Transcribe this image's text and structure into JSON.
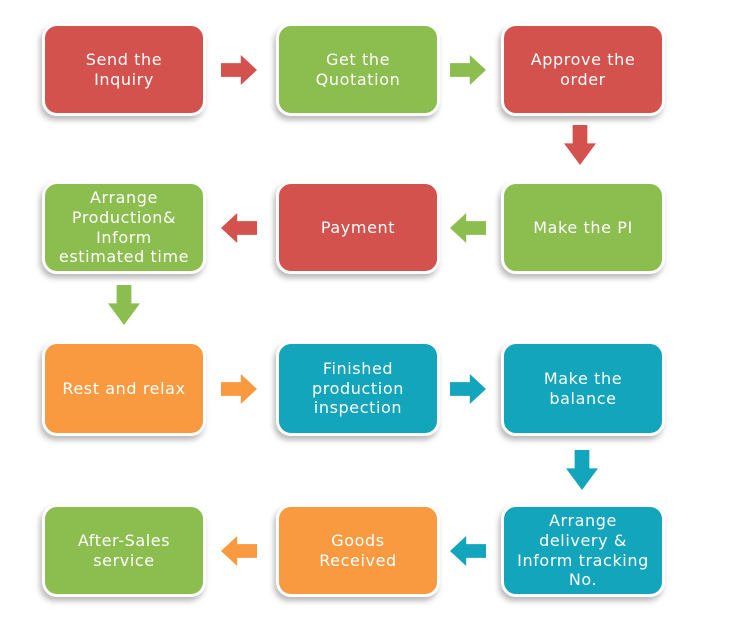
{
  "title": "Order process flowchart",
  "colors": {
    "red": "#d4524d",
    "green": "#8cbd4f",
    "orange": "#f99a40",
    "teal": "#12a5bc",
    "text": "#ffffff",
    "background": "#ffffff"
  },
  "steps": [
    {
      "label": "Send the\nInquiry",
      "color": "red"
    },
    {
      "label": "Get the\nQuotation",
      "color": "green"
    },
    {
      "label": "Approve the\norder",
      "color": "red"
    },
    {
      "label": "Make the PI",
      "color": "green"
    },
    {
      "label": "Payment",
      "color": "red"
    },
    {
      "label": "Arrange\nProduction&\nInform\nestimated time",
      "color": "green"
    },
    {
      "label": "Rest and relax",
      "color": "orange"
    },
    {
      "label": "Finished\nproduction\ninspection",
      "color": "teal"
    },
    {
      "label": "Make the\nbalance",
      "color": "teal"
    },
    {
      "label": "Arrange\ndelivery &\nInform tracking\nNo.",
      "color": "teal"
    },
    {
      "label": "Goods\nReceived",
      "color": "orange"
    },
    {
      "label": "After-Sales\nservice",
      "color": "green"
    }
  ],
  "arrows": [
    {
      "from": "Send the Inquiry",
      "to": "Get the Quotation",
      "direction": "right",
      "color": "red"
    },
    {
      "from": "Get the Quotation",
      "to": "Approve the order",
      "direction": "right",
      "color": "green"
    },
    {
      "from": "Approve the order",
      "to": "Make the PI",
      "direction": "down",
      "color": "red"
    },
    {
      "from": "Make the PI",
      "to": "Payment",
      "direction": "left",
      "color": "green"
    },
    {
      "from": "Payment",
      "to": "Arrange Production& Inform estimated time",
      "direction": "left",
      "color": "red"
    },
    {
      "from": "Arrange Production& Inform estimated time",
      "to": "Rest and relax",
      "direction": "down",
      "color": "green"
    },
    {
      "from": "Rest and relax",
      "to": "Finished production inspection",
      "direction": "right",
      "color": "orange"
    },
    {
      "from": "Finished production inspection",
      "to": "Make the balance",
      "direction": "right",
      "color": "teal"
    },
    {
      "from": "Make the balance",
      "to": "Arrange delivery & Inform tracking No.",
      "direction": "down",
      "color": "teal"
    },
    {
      "from": "Arrange delivery & Inform tracking No.",
      "to": "Goods Received",
      "direction": "left",
      "color": "teal"
    },
    {
      "from": "Goods Received",
      "to": "After-Sales service",
      "direction": "left",
      "color": "orange"
    }
  ]
}
